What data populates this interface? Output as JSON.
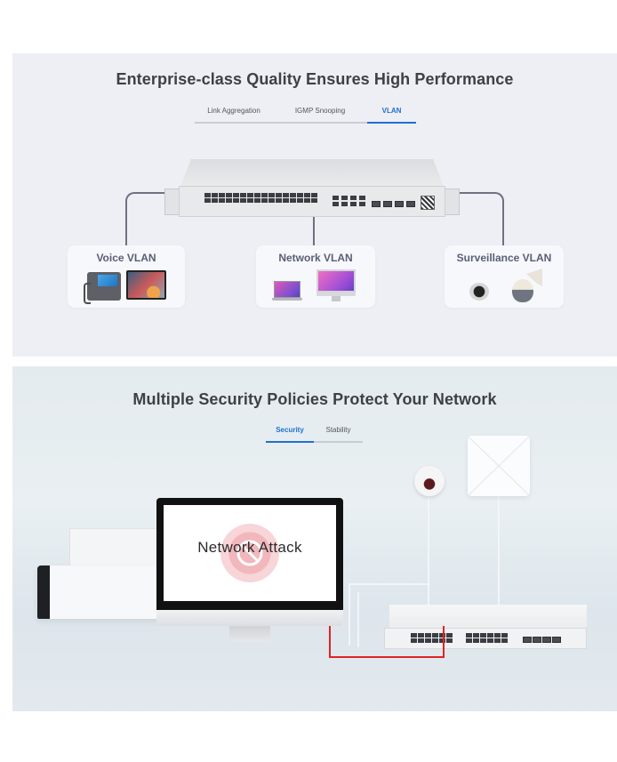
{
  "sections": [
    {
      "title": "Enterprise-class Quality Ensures High Performance",
      "tabs": [
        {
          "label": "Link Aggregation",
          "active": false
        },
        {
          "label": "IGMP Snooping",
          "active": false
        },
        {
          "label": "VLAN",
          "active": true
        }
      ],
      "vlan_cards": [
        {
          "title": "Voice VLAN",
          "devices": [
            "ip-phone",
            "tablet"
          ]
        },
        {
          "title": "Network VLAN",
          "devices": [
            "laptop",
            "desktop-monitor"
          ]
        },
        {
          "title": "Surveillance VLAN",
          "devices": [
            "dome-camera",
            "ptz-camera"
          ]
        }
      ],
      "accent_color": "#1f6fd4",
      "connector_color": "#6e7183"
    },
    {
      "title": "Multiple Security Policies Protect Your Network",
      "tabs": [
        {
          "label": "Security",
          "active": true
        },
        {
          "label": "Stability",
          "active": false
        }
      ],
      "monitor_text": "Network Attack",
      "blocked_icon": "prohibited-icon",
      "attack_wire_color": "#e02424"
    }
  ]
}
